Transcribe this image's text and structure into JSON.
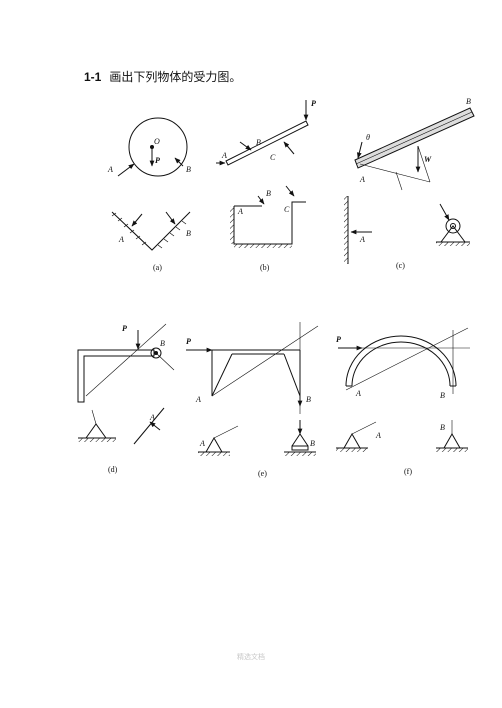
{
  "heading": {
    "number": "1-1",
    "text": "画出下列物体的受力图。"
  },
  "panels": {
    "a": {
      "caption": "(a)",
      "labels": {
        "O": "O",
        "P": "P",
        "A_top": "A",
        "B_top": "B",
        "A_bot": "A",
        "B_bot": "B"
      }
    },
    "b": {
      "caption": "(b)",
      "labels": {
        "P": "P",
        "B": "B",
        "A": "A",
        "C": "C",
        "B2": "B",
        "A2": "A",
        "C2": "C"
      }
    },
    "c": {
      "caption": "(c)",
      "labels": {
        "B": "B",
        "theta": "θ",
        "W": "W",
        "A": "A",
        "A2": "A"
      }
    },
    "d": {
      "caption": "(d)",
      "labels": {
        "P": "P",
        "B": "B",
        "A": "A"
      }
    },
    "e": {
      "caption": "(e)",
      "labels": {
        "P": "P",
        "A": "A",
        "B": "B",
        "A2": "A",
        "B2": "B"
      }
    },
    "f": {
      "caption": "(f)",
      "labels": {
        "P": "P",
        "A": "A",
        "B": "B",
        "A2": "A",
        "B2": "B"
      }
    }
  },
  "footer": "精选文档"
}
